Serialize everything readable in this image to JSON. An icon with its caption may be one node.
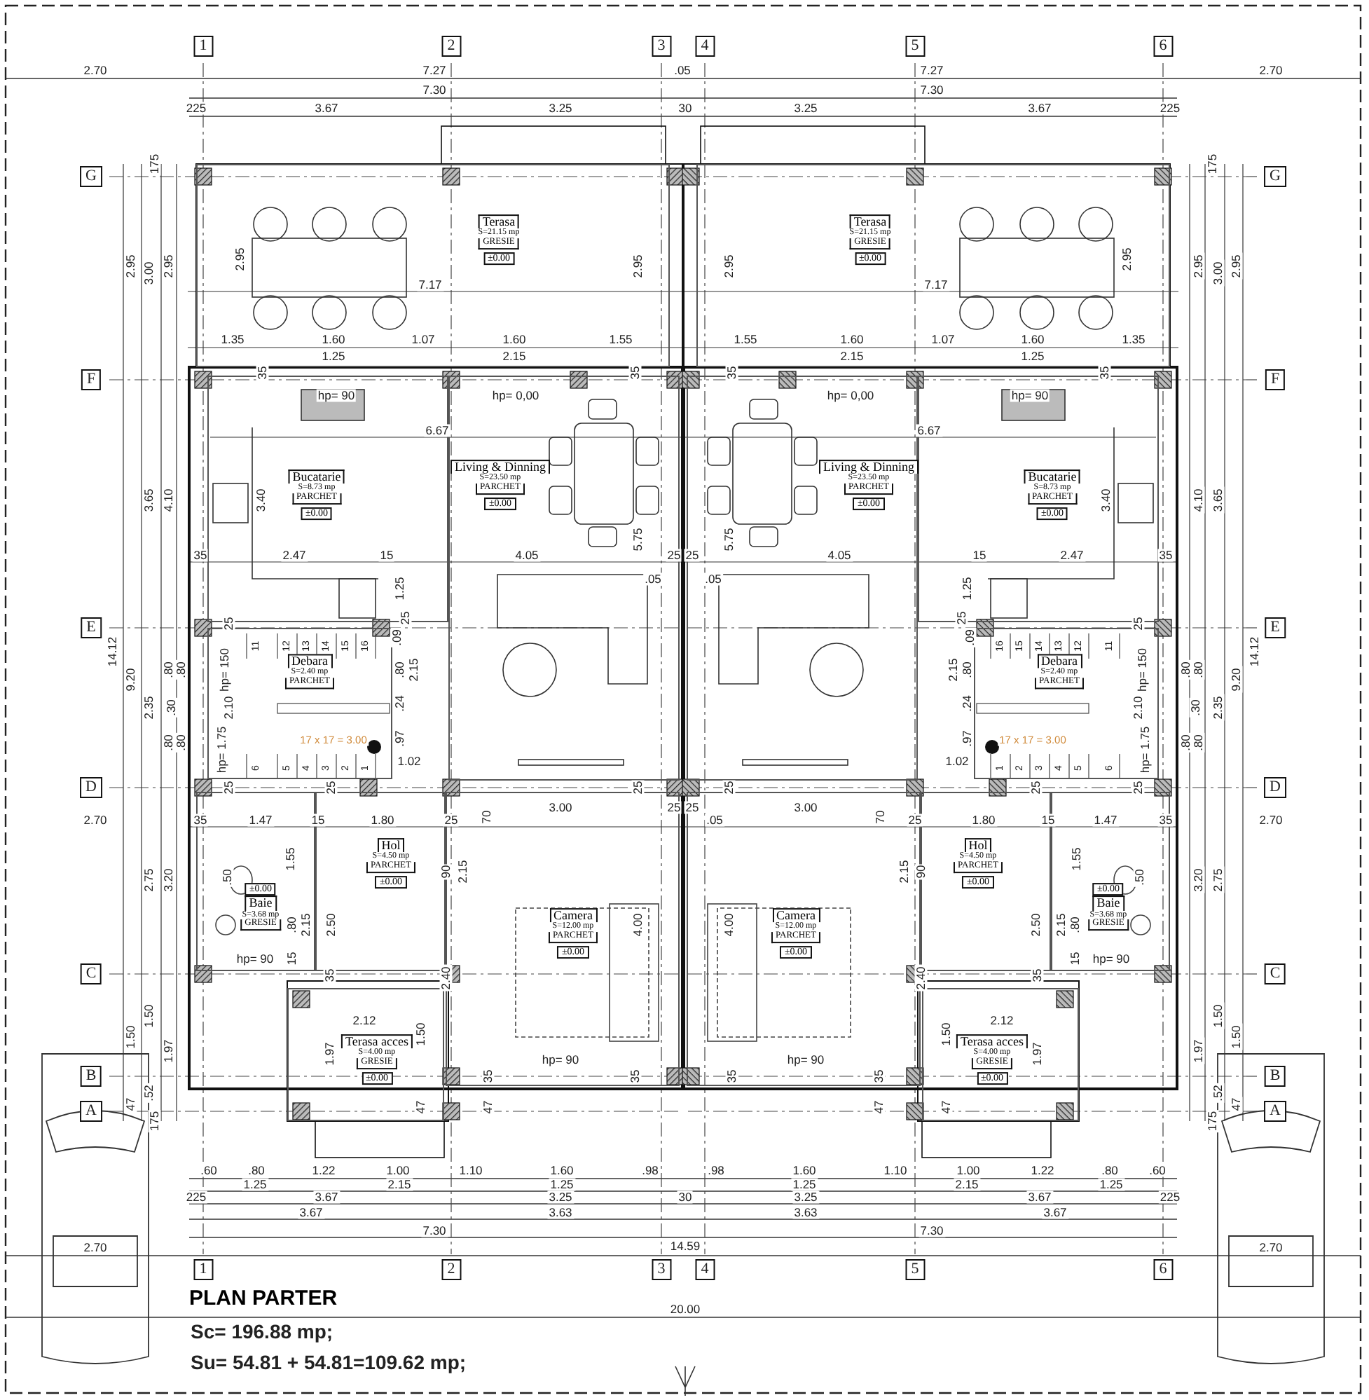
{
  "diagram": {
    "title": "PLAN PARTER",
    "nodes": [
      {
        "text": [
          "Terasa",
          "S=21.15 mp",
          "GRESIE",
          "±0.00"
        ]
      },
      {
        "text": [
          "Bucatarie",
          "S=8.73 mp",
          "PARCHET",
          "±0.00"
        ]
      },
      {
        "text": [
          "Living & Dinning",
          "S=23.50 mp",
          "PARCHET",
          "±0.00"
        ]
      },
      {
        "text": [
          "Debara",
          "S=2.40 mp",
          "PARCHET"
        ]
      },
      {
        "text": [
          "Hol",
          "S=4.50 mp",
          "PARCHET",
          "±0.00"
        ]
      },
      {
        "text": [
          "±0.00",
          "Baie",
          "S=3.68 mp",
          "GRESIE"
        ]
      },
      {
        "text": [
          "Camera",
          "S=12.00 mp",
          "PARCHET",
          "±0.00"
        ]
      },
      {
        "text": [
          "Terasa acces",
          "S=4.00 mp",
          "GRESIE",
          "±0.00"
        ]
      },
      {
        "text": [
          "Terasa",
          "S=21.15 mp",
          "GRESIE",
          "±0.00"
        ]
      },
      {
        "text": [
          "Bucatarie",
          "S=8.73 mp",
          "PARCHET",
          "±0.00"
        ]
      },
      {
        "text": [
          "Living & Dinning",
          "S=23.50 mp",
          "PARCHET",
          "±0.00"
        ]
      },
      {
        "text": [
          "Debara",
          "S=2.40 mp",
          "PARCHET"
        ]
      },
      {
        "text": [
          "Hol",
          "S=4.50 mp",
          "PARCHET",
          "±0.00"
        ]
      },
      {
        "text": [
          "±0.00",
          "Baie",
          "S=3.68 mp",
          "GRESIE"
        ]
      },
      {
        "text": [
          "Camera",
          "S=12.00 mp",
          "PARCHET",
          "±0.00"
        ]
      },
      {
        "text": [
          "Terasa acces",
          "S=4.00 mp",
          "GRESIE",
          "±0.00"
        ]
      }
    ],
    "labels": [
      "2.70",
      "7.27",
      "7.30",
      "225",
      "3.67",
      "3.25",
      "175",
      "2.95",
      "3.00",
      "2.95",
      "2.95",
      "2.95",
      "7.17",
      "1.35",
      "1.60",
      "1.07",
      "1.60",
      "1.55",
      "1.25",
      "2.15",
      "35",
      "35",
      "hp= 90",
      "hp= 0,00",
      "6.67",
      "3.40",
      "3.65",
      "4.10",
      "35",
      "2.47",
      "15",
      "4.05",
      "5.75",
      "25",
      ".05",
      "1.25",
      "14.12",
      "9.20",
      "2.35",
      ".80",
      ".80",
      ".30",
      ".80",
      ".80",
      "25",
      "25",
      ".09",
      "11",
      "12",
      "13",
      "14",
      "15",
      "16",
      "6",
      "5",
      "4",
      "3",
      "2",
      "1",
      "hp= 150",
      "2.10",
      "hp= 1.75",
      ".80",
      "2.15",
      ".24",
      ".97",
      "1.02",
      "17 x 17 = 3.00",
      "25",
      "25",
      "25",
      "70",
      "3.00",
      "2.70",
      "35",
      "1.47",
      "15",
      "1.80",
      "25",
      "25",
      "2.75",
      "3.20",
      "1.55",
      ".50",
      "90",
      "2.15",
      ".80",
      "2.15",
      "2.50",
      "hp= 90",
      "15",
      "35",
      "2.40",
      "4.00",
      "2.12",
      "1.97",
      "1.50",
      "hp= 90",
      "35",
      "35",
      "47",
      "47",
      "1.50",
      "1.50",
      "1.97",
      "47",
      ".52",
      "175",
      ".60",
      ".80",
      "1.22",
      "1.00",
      "1.10",
      "1.60",
      ".98",
      "1.25",
      "2.15",
      "1.25",
      "225",
      "3.67",
      "3.25",
      "3.67",
      "3.63",
      "7.30",
      "2.70",
      "G",
      "F",
      "E",
      "D",
      "C",
      "B",
      "A",
      "1",
      "2",
      "3",
      "1",
      "2",
      "3",
      "2.70",
      "7.27",
      "7.30",
      "225",
      "3.67",
      "3.25",
      "175",
      "2.95",
      "3.00",
      "2.95",
      "2.95",
      "2.95",
      "7.17",
      "1.35",
      "1.60",
      "1.07",
      "1.60",
      "1.55",
      "1.25",
      "2.15",
      "35",
      "35",
      "hp= 90",
      "hp= 0,00",
      "6.67",
      "3.40",
      "3.65",
      "4.10",
      "35",
      "2.47",
      "15",
      "4.05",
      "5.75",
      "25",
      ".05",
      "1.25",
      "14.12",
      "9.20",
      "2.35",
      ".80",
      ".80",
      ".30",
      ".80",
      ".80",
      "25",
      "25",
      ".09",
      "11",
      "12",
      "13",
      "14",
      "15",
      "16",
      "6",
      "5",
      "4",
      "3",
      "2",
      "1",
      "hp= 150",
      "2.10",
      "hp= 1.75",
      ".80",
      "2.15",
      ".24",
      ".97",
      "1.02",
      "17 x 17 = 3.00",
      "25",
      "25",
      "25",
      "70",
      "3.00",
      "2.70",
      "35",
      "1.47",
      "15",
      "1.80",
      "25",
      "25",
      "2.75",
      "3.20",
      "1.55",
      ".50",
      "90",
      "2.15",
      ".80",
      "2.15",
      "2.50",
      "hp= 90",
      "15",
      "35",
      "2.40",
      "4.00",
      "2.12",
      "1.97",
      "1.50",
      "hp= 90",
      "35",
      "35",
      "47",
      "47",
      "1.50",
      "1.50",
      "1.97",
      "47",
      ".52",
      "175",
      ".60",
      ".80",
      "1.22",
      "1.00",
      "1.10",
      "1.60",
      ".98",
      "1.25",
      "2.15",
      "1.25",
      "225",
      "3.67",
      "3.25",
      "3.67",
      "3.63",
      "7.30",
      "2.70",
      "G",
      "F",
      "E",
      "D",
      "C",
      "B",
      "A",
      "6",
      "5",
      "4",
      "6",
      "5",
      "4",
      ".05",
      "30",
      "30",
      "14.59",
      "20.00",
      ".05",
      "Sc= 196.88 mp;",
      "Su= 54.81 + 54.81=109.62 mp;"
    ]
  }
}
